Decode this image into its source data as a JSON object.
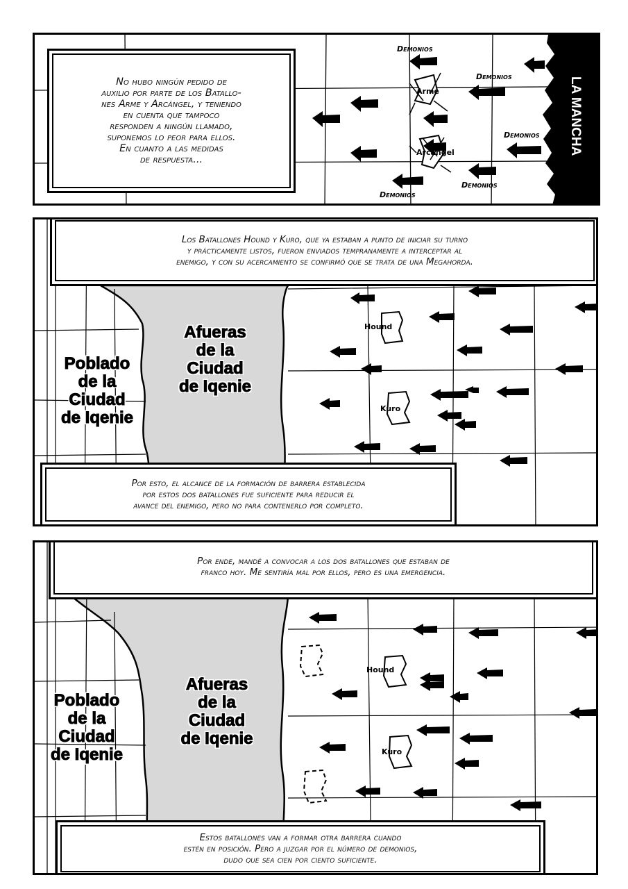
{
  "panel1": {
    "caption": "No hubo ningún pedido de\nauxilio por parte de los Batallo-\nnes Arme y Arcángel, y teniendo\nen cuenta que tampoco\nresponden a ningún llamado,\nsuponemos lo peor para ellos.\nEn cuanto a las medidas\nde respuesta...",
    "region_label": "LA MANCHA",
    "units": [
      "Arme",
      "Arcángel"
    ],
    "enemy_labels": [
      "Demonios",
      "Demonios",
      "Demonios",
      "Demonios",
      "Demonios"
    ]
  },
  "panel2": {
    "caption_top": "Los Batallones Hound y Kuro, que ya estaban a punto de iniciar su turno\ny prácticamente listos, fueron enviados tempranamente a interceptar al\nenemigo, y con su acercamiento se confirmó que se trata de una Megahorda.",
    "town_label": "Poblado\nde la\nCiudad\nde Iqenie",
    "outskirts_label": "Afueras\nde la\nCiudad\nde Iqenie",
    "units": [
      "Hound",
      "Kuro"
    ],
    "caption_bottom": "Por esto, el alcance de la formación de barrera establecida\npor estos dos batallones fue suficiente para reducir el\navance del enemigo, pero no para contenerlo por completo."
  },
  "panel3": {
    "caption_top": "Por ende, mandé a convocar a los dos batallones que estaban de\nfranco hoy. Me sentiría mal por ellos, pero es una emergencia.",
    "town_label": "Poblado\nde la\nCiudad\nde Iqenie",
    "outskirts_label": "Afueras\nde la\nCiudad\nde Iqenie",
    "units": [
      "Hound",
      "Kuro"
    ],
    "caption_bottom": "Estos batallones van a formar otra barrera cuando\nestén en posición. Pero a juzgar por el número de demonios,\ndudo que sea cien por ciento suficiente."
  }
}
